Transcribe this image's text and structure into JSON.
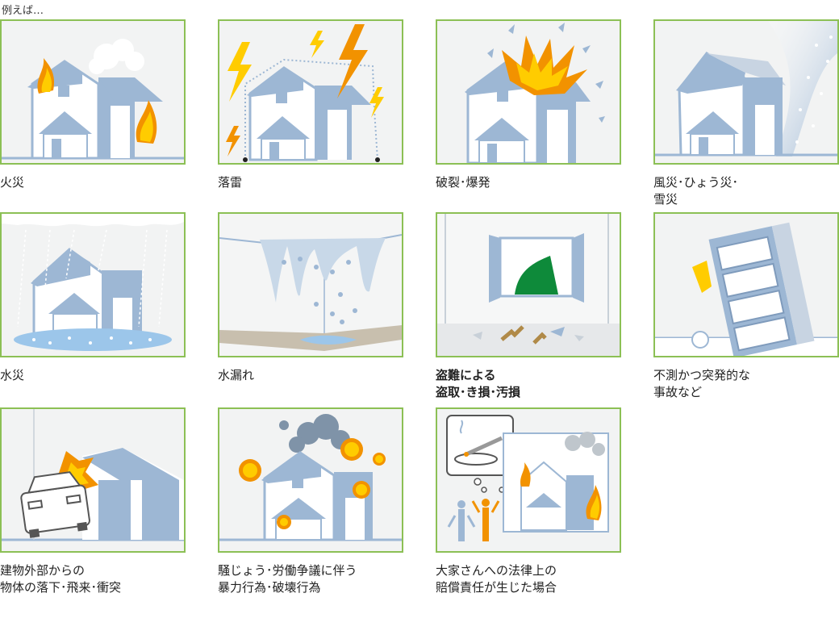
{
  "intro": "例えば…",
  "colors": {
    "frame_border": "#8cc055",
    "house": "#9db7d4",
    "fire": "#ffcc00",
    "fire_dark": "#f29200",
    "panel_bg": "#f2f3f3"
  },
  "cards": [
    {
      "id": "fire",
      "lines": [
        "火災"
      ],
      "icon": "house-fire-icon"
    },
    {
      "id": "lightning",
      "lines": [
        "落雷"
      ],
      "icon": "lightning-icon"
    },
    {
      "id": "explosion",
      "lines": [
        "破裂･爆発"
      ],
      "icon": "explosion-icon"
    },
    {
      "id": "storm",
      "lines": [
        "風災･ひょう災･",
        "雪災"
      ],
      "icon": "storm-icon"
    },
    {
      "id": "flood",
      "lines": [
        "水災"
      ],
      "icon": "flood-icon"
    },
    {
      "id": "leak",
      "lines": [
        "水漏れ"
      ],
      "icon": "water-leak-icon"
    },
    {
      "id": "theft",
      "lines": [
        "盗難による",
        "盗取･き損･汚損"
      ],
      "icon": "broken-window-icon"
    },
    {
      "id": "accident",
      "lines": [
        "不測かつ突発的な",
        "事故など"
      ],
      "icon": "falling-cabinet-icon"
    },
    {
      "id": "impact",
      "lines": [
        "建物外部からの",
        "物体の落下･飛来･衝突"
      ],
      "icon": "car-crash-icon"
    },
    {
      "id": "riot",
      "lines": [
        "騒じょう･労働争議に伴う",
        "暴力行為･破壊行為"
      ],
      "icon": "riot-icon"
    },
    {
      "id": "liability",
      "lines": [
        "大家さんへの法律上の",
        "賠償責任が生じた場合"
      ],
      "icon": "cigarette-fire-icon"
    }
  ]
}
